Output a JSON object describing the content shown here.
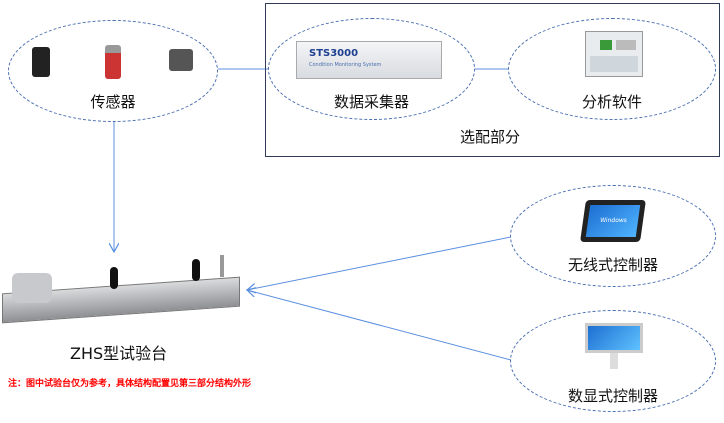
{
  "nodes": {
    "sensors": {
      "label": "传感器"
    },
    "daq": {
      "label": "数据采集器",
      "device_model": "STS3000",
      "device_subtitle": "Condition Monitoring System"
    },
    "software": {
      "label": "分析软件"
    },
    "optional_group": {
      "label": "选配部分"
    },
    "test_bench": {
      "label": "ZHS型试验台"
    },
    "wireless_controller": {
      "label": "无线式控制器",
      "screen_text": "Windows"
    },
    "display_controller": {
      "label": "数显式控制器"
    }
  },
  "note": "注：图中试验台仅为参考，具体结构配置见第三部分结构外形",
  "colors": {
    "connector": "#5b8fe0",
    "ellipse": "#4a6fb0",
    "note": "#ff0000"
  }
}
